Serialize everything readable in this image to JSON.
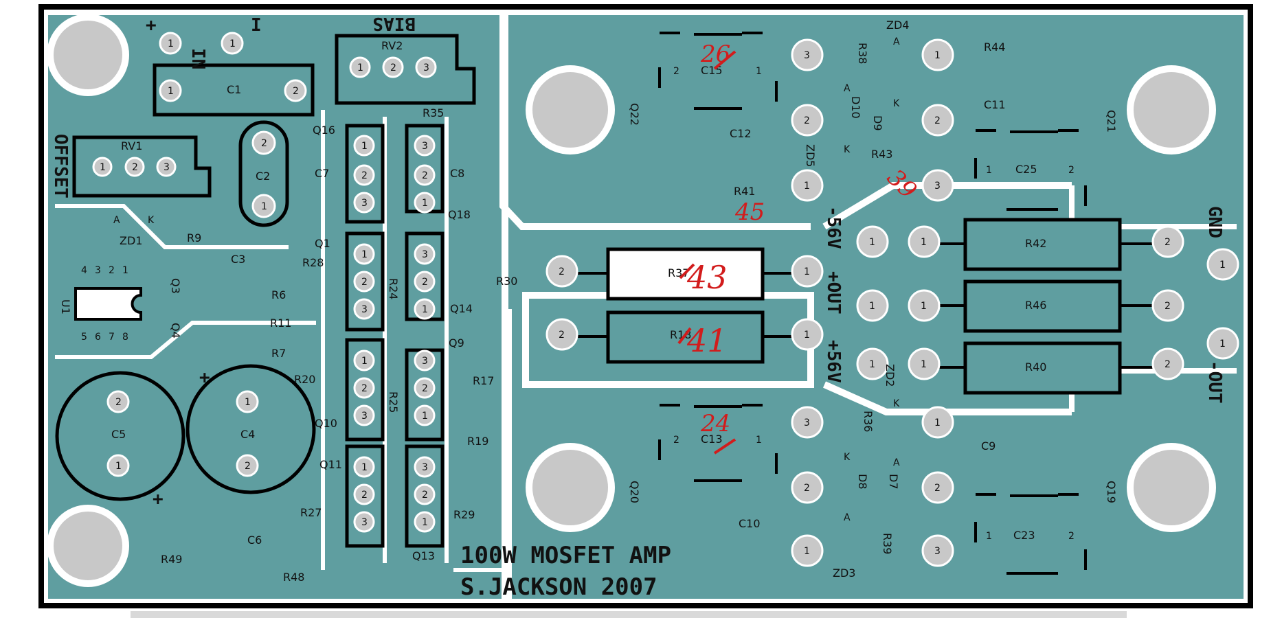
{
  "board": {
    "title": "100W MOSFET AMP",
    "author": "S.JACKSON 2007",
    "colors": {
      "copper": "#5f9ea0",
      "outline": "#000000",
      "pad": "#c8c8c8",
      "trace_gap": "#ffffff",
      "annotation": "#d21c1c"
    }
  },
  "connectors": {
    "in_label": "IN",
    "in_plus": "+",
    "in_minus": "I",
    "bias": "BIAS",
    "offset": "OFFSET",
    "gnd": "GND",
    "minus_out": "-OUT",
    "plus_out": "+OUT",
    "rail_neg": "-56V",
    "rail_pos": "+56V"
  },
  "components": {
    "C1": "C1",
    "C2": "C2",
    "C3": "C3",
    "C4": "C4",
    "C5": "C5",
    "C6": "C6",
    "C7": "C7",
    "C8": "C8",
    "C9": "C9",
    "C10": "C10",
    "C11": "C11",
    "C12": "C12",
    "C13": "C13",
    "C15": "C15",
    "C23": "C23",
    "C25": "C25",
    "RV1": "RV1",
    "RV2": "RV2",
    "Q1": "Q1",
    "Q3": "Q3",
    "Q4": "Q4",
    "Q9": "Q9",
    "Q10": "Q10",
    "Q11": "Q11",
    "Q13": "Q13",
    "Q14": "Q14",
    "Q16": "Q16",
    "Q18": "Q18",
    "Q19": "Q19",
    "Q20": "Q20",
    "Q21": "Q21",
    "Q22": "Q22",
    "U1": "U1",
    "R6": "R6",
    "R7": "R7",
    "R9": "R9",
    "R11": "R11",
    "R17": "R17",
    "R18": "R18",
    "R19": "R19",
    "R20": "R20",
    "R24": "R24",
    "R25": "R25",
    "R27": "R27",
    "R28": "R28",
    "R29": "R29",
    "R30": "R30",
    "R35": "R35",
    "R36": "R36",
    "R37": "R37",
    "R38": "R38",
    "R39": "R39",
    "R40": "R40",
    "R41": "R41",
    "R42": "R42",
    "R43": "R43",
    "R44": "R44",
    "R46": "R46",
    "R48": "R48",
    "R49": "R49",
    "ZD1": "ZD1",
    "ZD2": "ZD2",
    "ZD3": "ZD3",
    "ZD4": "ZD4",
    "ZD5": "ZD5",
    "D7": "D7",
    "D8": "D8",
    "D9": "D9",
    "D10": "D10"
  },
  "pin_labels": {
    "p1": "1",
    "p2": "2",
    "p3": "3",
    "p4": "4",
    "p5": "5",
    "p6": "6",
    "p7": "7",
    "p8": "8",
    "anode": "A",
    "cathode": "K",
    "plus": "+"
  },
  "annotations": {
    "r37_new": "43",
    "r18_new": "41",
    "c15_new": "26",
    "c13_new": "24",
    "r41_new": "45",
    "r43_new": "39"
  }
}
